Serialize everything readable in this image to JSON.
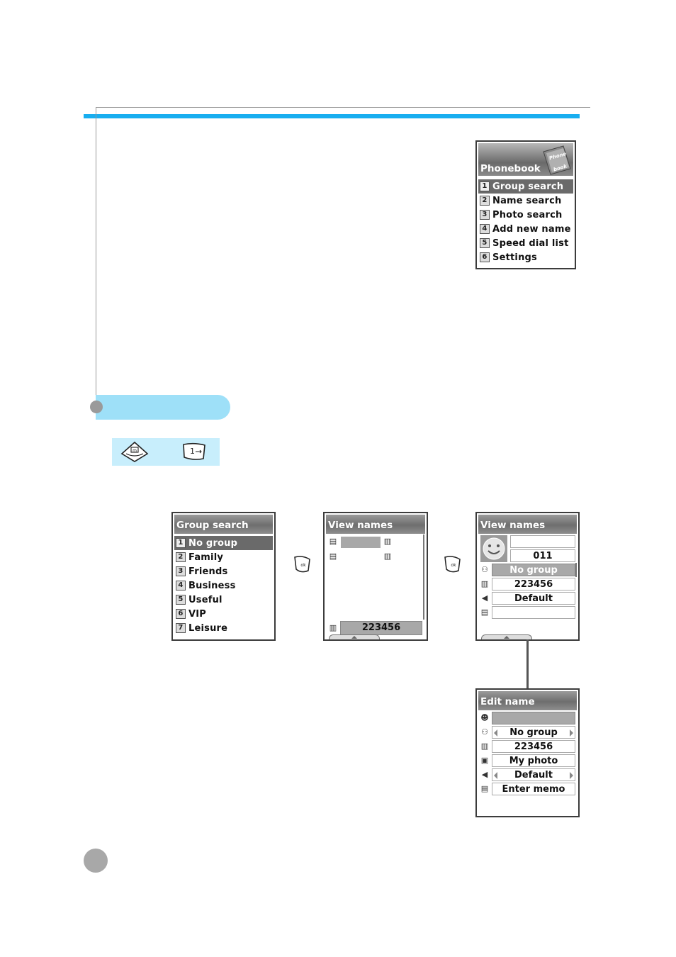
{
  "phonebook": {
    "title": "Phonebook",
    "logo": [
      "Phone",
      "book"
    ],
    "items": [
      {
        "num": "1",
        "label": "Group search"
      },
      {
        "num": "2",
        "label": "Name search"
      },
      {
        "num": "3",
        "label": "Photo search"
      },
      {
        "num": "4",
        "label": "Add new name"
      },
      {
        "num": "5",
        "label": "Speed dial list"
      },
      {
        "num": "6",
        "label": "Settings"
      }
    ]
  },
  "group_search": {
    "title": "Group search",
    "items": [
      {
        "num": "1",
        "label": "No group"
      },
      {
        "num": "2",
        "label": "Family"
      },
      {
        "num": "3",
        "label": "Friends"
      },
      {
        "num": "4",
        "label": "Business"
      },
      {
        "num": "5",
        "label": "Useful"
      },
      {
        "num": "6",
        "label": "VIP"
      },
      {
        "num": "7",
        "label": "Leisure"
      }
    ]
  },
  "view_names_list": {
    "title": "View names",
    "number": "223456"
  },
  "view_names_detail": {
    "title": "View names",
    "entry_no": "011",
    "group": "No group",
    "number": "223456",
    "ringtone": "Default"
  },
  "edit_name": {
    "title": "Edit name",
    "group": "No group",
    "number": "223456",
    "photo": "My photo",
    "ringtone": "Default",
    "memo": "Enter memo"
  },
  "keys": {
    "phonebook_key": "m",
    "one_key": "1"
  },
  "ok_label": "ok"
}
